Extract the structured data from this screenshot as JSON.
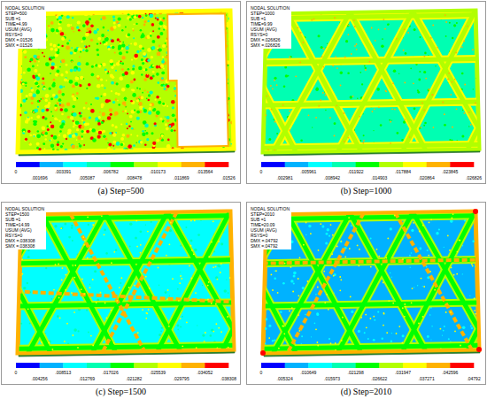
{
  "diagram": {
    "labels": [
      "NODAL SOLUTION",
      "STEP=500",
      "SUB =1",
      "TIME=4.99",
      "USUM (AVG)",
      "RSYS=0",
      "DMX =.01526",
      "SMX =.01526",
      "0",
      ".003391",
      ".006782",
      ".010173",
      ".013564",
      ".001696",
      ".005087",
      ".008478",
      ".011869",
      ".01526",
      "(a) Step=500",
      "NODAL SOLUTION",
      "STEP=1000",
      "SUB =1",
      "TIME=9.99",
      "USUM (AVG)",
      "RSYS=0",
      "DMX =.026826",
      "SMX =.026826",
      "0",
      ".005961",
      ".011922",
      ".017884",
      ".023845",
      ".002981",
      ".008942",
      ".014903",
      ".020864",
      ".026826",
      "(b) Step=1000",
      "NODAL SOLUTION",
      "STEP=1500",
      "SUB =1",
      "TIME=14.99",
      "USUM (AVG)",
      "RSYS=0",
      "DMX =.038308",
      "SMX =.038308",
      "0",
      ".008513",
      ".017026",
      ".025539",
      ".034052",
      ".004256",
      ".012769",
      ".021282",
      ".029795",
      ".038308",
      "(c) Step=1500",
      "NODAL SOLUTION",
      "STEP=2010",
      "SUB =1",
      "TIME=20.09",
      "USUM (AVG)",
      "RSYS=0",
      "DMX =.04792",
      "SMX =.04792",
      "0",
      ".010649",
      ".021298",
      ".031947",
      ".042596",
      ".005324",
      ".015973",
      ".026622",
      ".037271",
      ".04792",
      "(d) Step=2010"
    ]
  }
}
